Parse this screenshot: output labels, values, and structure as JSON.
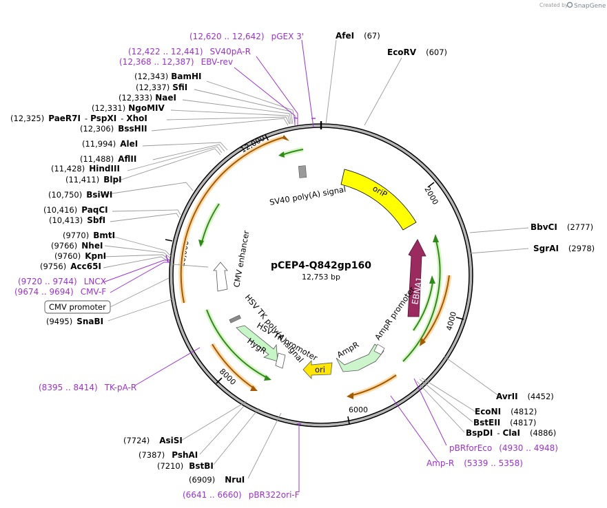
{
  "credit": {
    "prefix": "Created by",
    "brand": "SnapGene"
  },
  "plasmid": {
    "name": "pCEP4-Q842gp160",
    "length_label": "12,753 bp"
  },
  "ticks": [
    "2000",
    "4000",
    "6000",
    "8000",
    "10,000",
    "12,000"
  ],
  "enzymes": [
    {
      "id": "afei",
      "name": "AfeI",
      "pos": "(67)"
    },
    {
      "id": "ecorv",
      "name": "EcoRV",
      "pos": "(607)"
    },
    {
      "id": "bamhi",
      "name": "BamHI",
      "pos": "(12,343)"
    },
    {
      "id": "sfii",
      "name": "SfiI",
      "pos": "(12,337)"
    },
    {
      "id": "naei",
      "name": "NaeI",
      "pos": "(12,333)"
    },
    {
      "id": "ngomiv",
      "name": "NgoMIV",
      "pos": "(12,331)"
    },
    {
      "id": "paer7i",
      "name": "PaeR7I",
      "extra1": "PspXI",
      "extra2": "XhoI",
      "pos": "(12,325)"
    },
    {
      "id": "bsshii",
      "name": "BssHII",
      "pos": "(12,306)"
    },
    {
      "id": "alei",
      "name": "AleI",
      "pos": "(11,994)"
    },
    {
      "id": "aflii",
      "name": "AflII",
      "pos": "(11,488)"
    },
    {
      "id": "hindiii",
      "name": "HindIII",
      "pos": "(11,428)"
    },
    {
      "id": "blpi",
      "name": "BlpI",
      "pos": "(11,411)"
    },
    {
      "id": "bsiwi",
      "name": "BsiWI",
      "pos": "(10,750)"
    },
    {
      "id": "paqci",
      "name": "PaqCI",
      "pos": "(10,416)"
    },
    {
      "id": "sbfi",
      "name": "SbfI",
      "pos": "(10,413)"
    },
    {
      "id": "bmti",
      "name": "BmtI",
      "pos": "(9770)"
    },
    {
      "id": "nhei",
      "name": "NheI",
      "pos": "(9766)"
    },
    {
      "id": "kpni",
      "name": "KpnI",
      "pos": "(9760)"
    },
    {
      "id": "acc65i",
      "name": "Acc65I",
      "pos": "(9756)"
    },
    {
      "id": "snabi",
      "name": "SnaBI",
      "pos": "(9495)"
    },
    {
      "id": "bbvci",
      "name": "BbvCI",
      "pos": "(2777)"
    },
    {
      "id": "sgrai",
      "name": "SgrAI",
      "pos": "(2978)"
    },
    {
      "id": "avrii",
      "name": "AvrII",
      "pos": "(4452)"
    },
    {
      "id": "econi",
      "name": "EcoNI",
      "pos": "(4812)"
    },
    {
      "id": "bsteii",
      "name": "BstEII",
      "pos": "(4817)"
    },
    {
      "id": "bspdi",
      "name": "BspDI",
      "extra1": "ClaI",
      "pos": "(4886)"
    },
    {
      "id": "asisi",
      "name": "AsiSI",
      "pos": "(7724)"
    },
    {
      "id": "pshai",
      "name": "PshAI",
      "pos": "(7387)"
    },
    {
      "id": "bstbi",
      "name": "BstBI",
      "pos": "(7210)"
    },
    {
      "id": "nrui",
      "name": "NruI",
      "pos": "(6909)"
    }
  ],
  "primers": [
    {
      "id": "pgex3",
      "range": "(12,620 .. 12,642)",
      "name": "pGEX 3'"
    },
    {
      "id": "sv40par",
      "range": "(12,422 .. 12,441)",
      "name": "SV40pA-R"
    },
    {
      "id": "ebvrev",
      "range": "(12,368 .. 12,387)",
      "name": "EBV-rev"
    },
    {
      "id": "lncx",
      "range": "(9720 .. 9744)",
      "name": "LNCX"
    },
    {
      "id": "cmvf",
      "range": "(9674 .. 9694)",
      "name": "CMV-F"
    },
    {
      "id": "tkpar",
      "range": "(8395 .. 8414)",
      "name": "TK-pA-R"
    },
    {
      "id": "pbrforeco",
      "range": "(4930 .. 4948)",
      "name": "pBRforEco"
    },
    {
      "id": "ampr",
      "range": "(5339 .. 5358)",
      "name": "Amp-R"
    },
    {
      "id": "pbr322ori",
      "range": "(6641 .. 6660)",
      "name": "pBR322ori-F"
    }
  ],
  "features": {
    "cmv_promoter_box": "CMV promoter",
    "sv40_polya": "SV40 poly(A) signal",
    "orip": "oriP",
    "cmv_enhancer": "CMV enhancer",
    "ebna1": "EBNA1",
    "ampr_promoter": "AmpR promoter",
    "ampr": "AmpR",
    "ori": "ori",
    "hsv_tk_polya": "HSV TK poly(A) signal",
    "hsv_tk_promoter": "HSV TK promoter",
    "hygr": "HygR"
  },
  "colors": {
    "primer": "#9b30d9",
    "orip": "#ffff00",
    "ebna1": "#9b2a5f",
    "ori": "#ffe600",
    "ampr": "#ccf5cc",
    "hygr": "#c6f5c6",
    "orf_green": "#2f8a1a",
    "orf_orange": "#a35a00"
  }
}
